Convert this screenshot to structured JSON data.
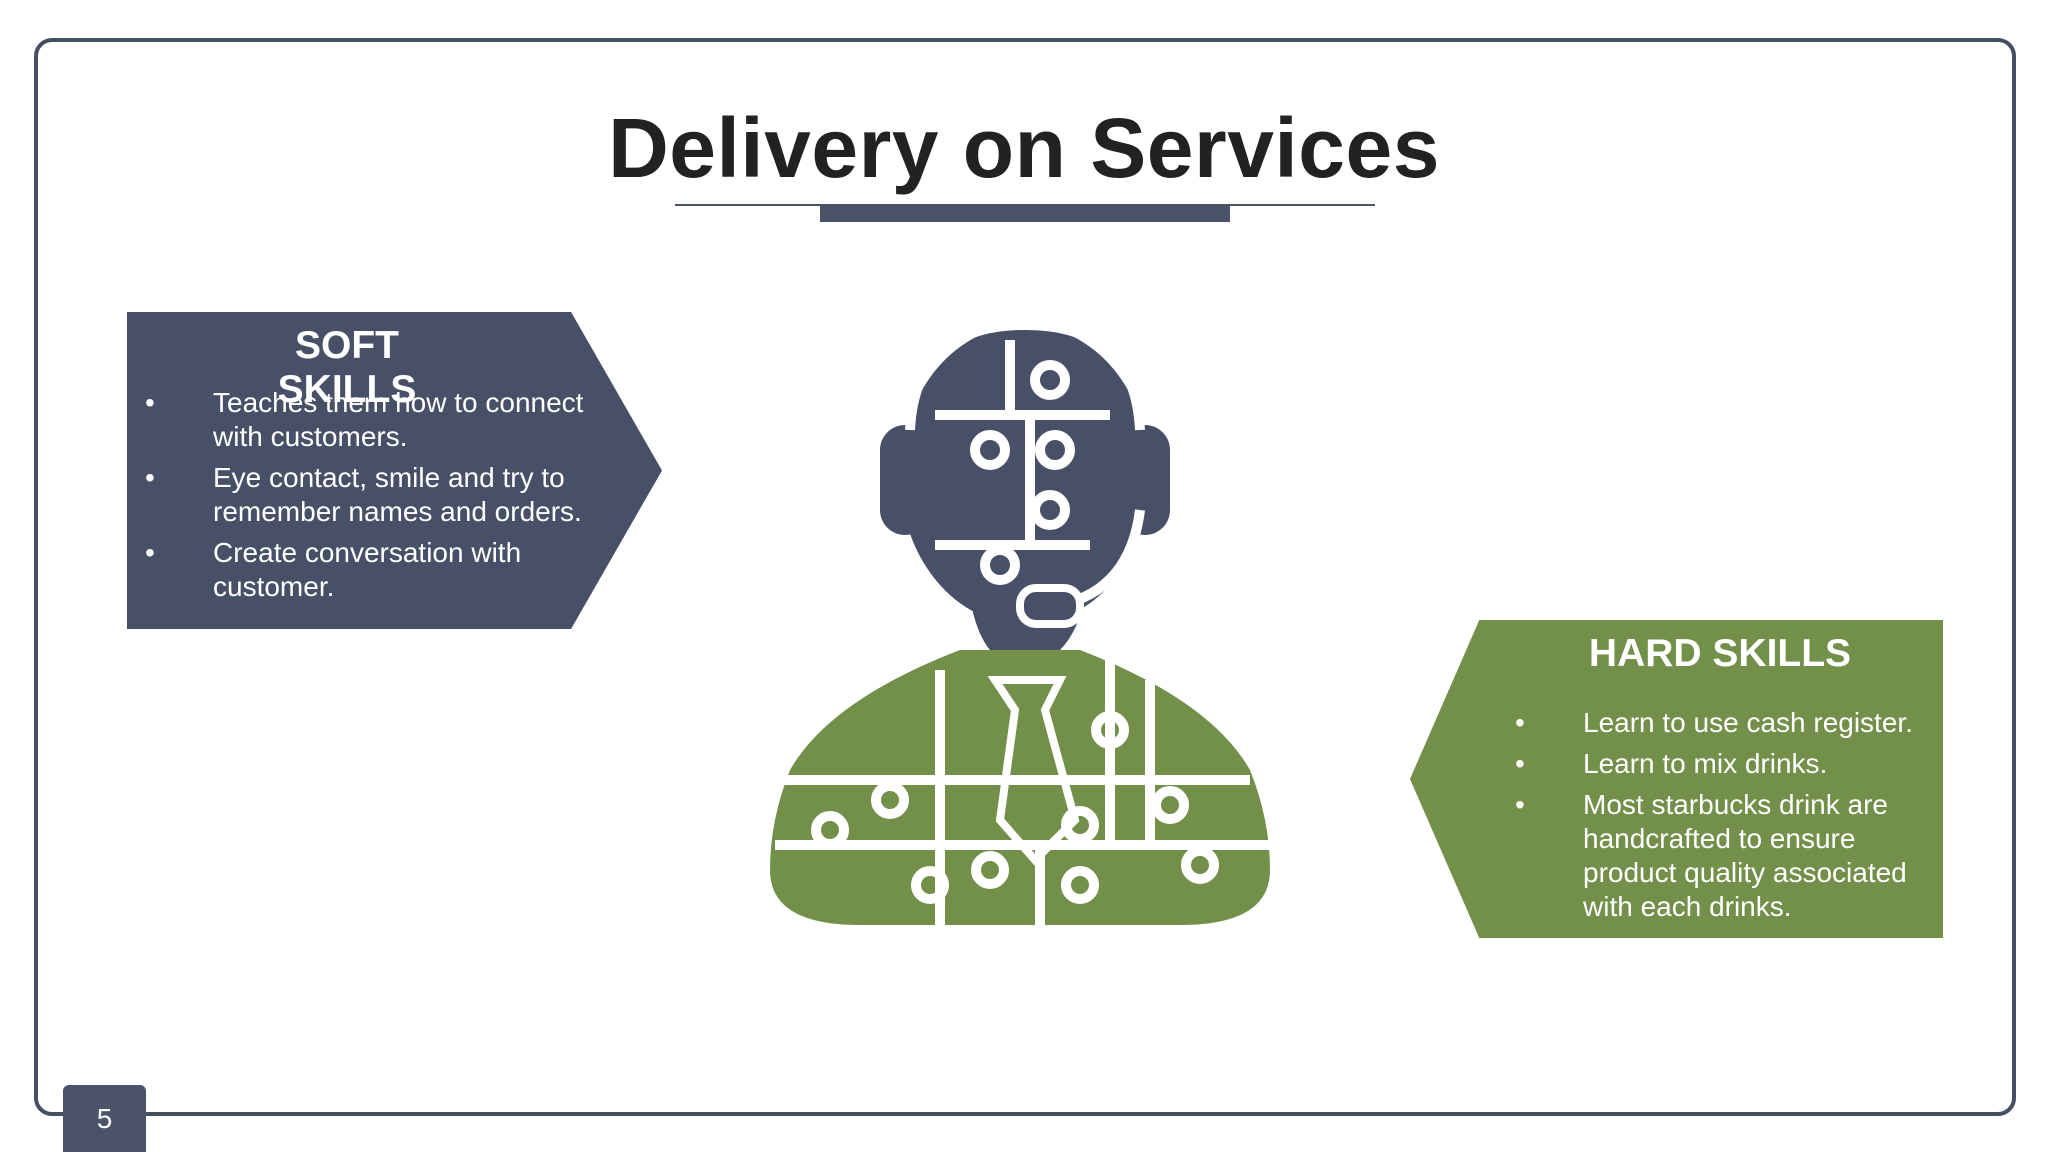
{
  "slide": {
    "title": "Delivery on Services",
    "page_number": "5"
  },
  "soft_skills": {
    "heading": "SOFT SKILLS",
    "bullet": "•",
    "items": [
      "Teaches them how to connect with customers.",
      "Eye contact, smile and try to remember names and orders.",
      "Create conversation with customer."
    ]
  },
  "hard_skills": {
    "heading": "HARD SKILLS",
    "bullet": "•",
    "items": [
      "Learn to use cash register.",
      "Learn to mix drinks.",
      "Most starbucks drink are handcrafted to ensure product quality associated with each drinks."
    ]
  },
  "colors": {
    "navy": "#485068",
    "green": "#72904a",
    "frame": "#454e63"
  },
  "icon": "customer-service-agent-puzzle-icon"
}
